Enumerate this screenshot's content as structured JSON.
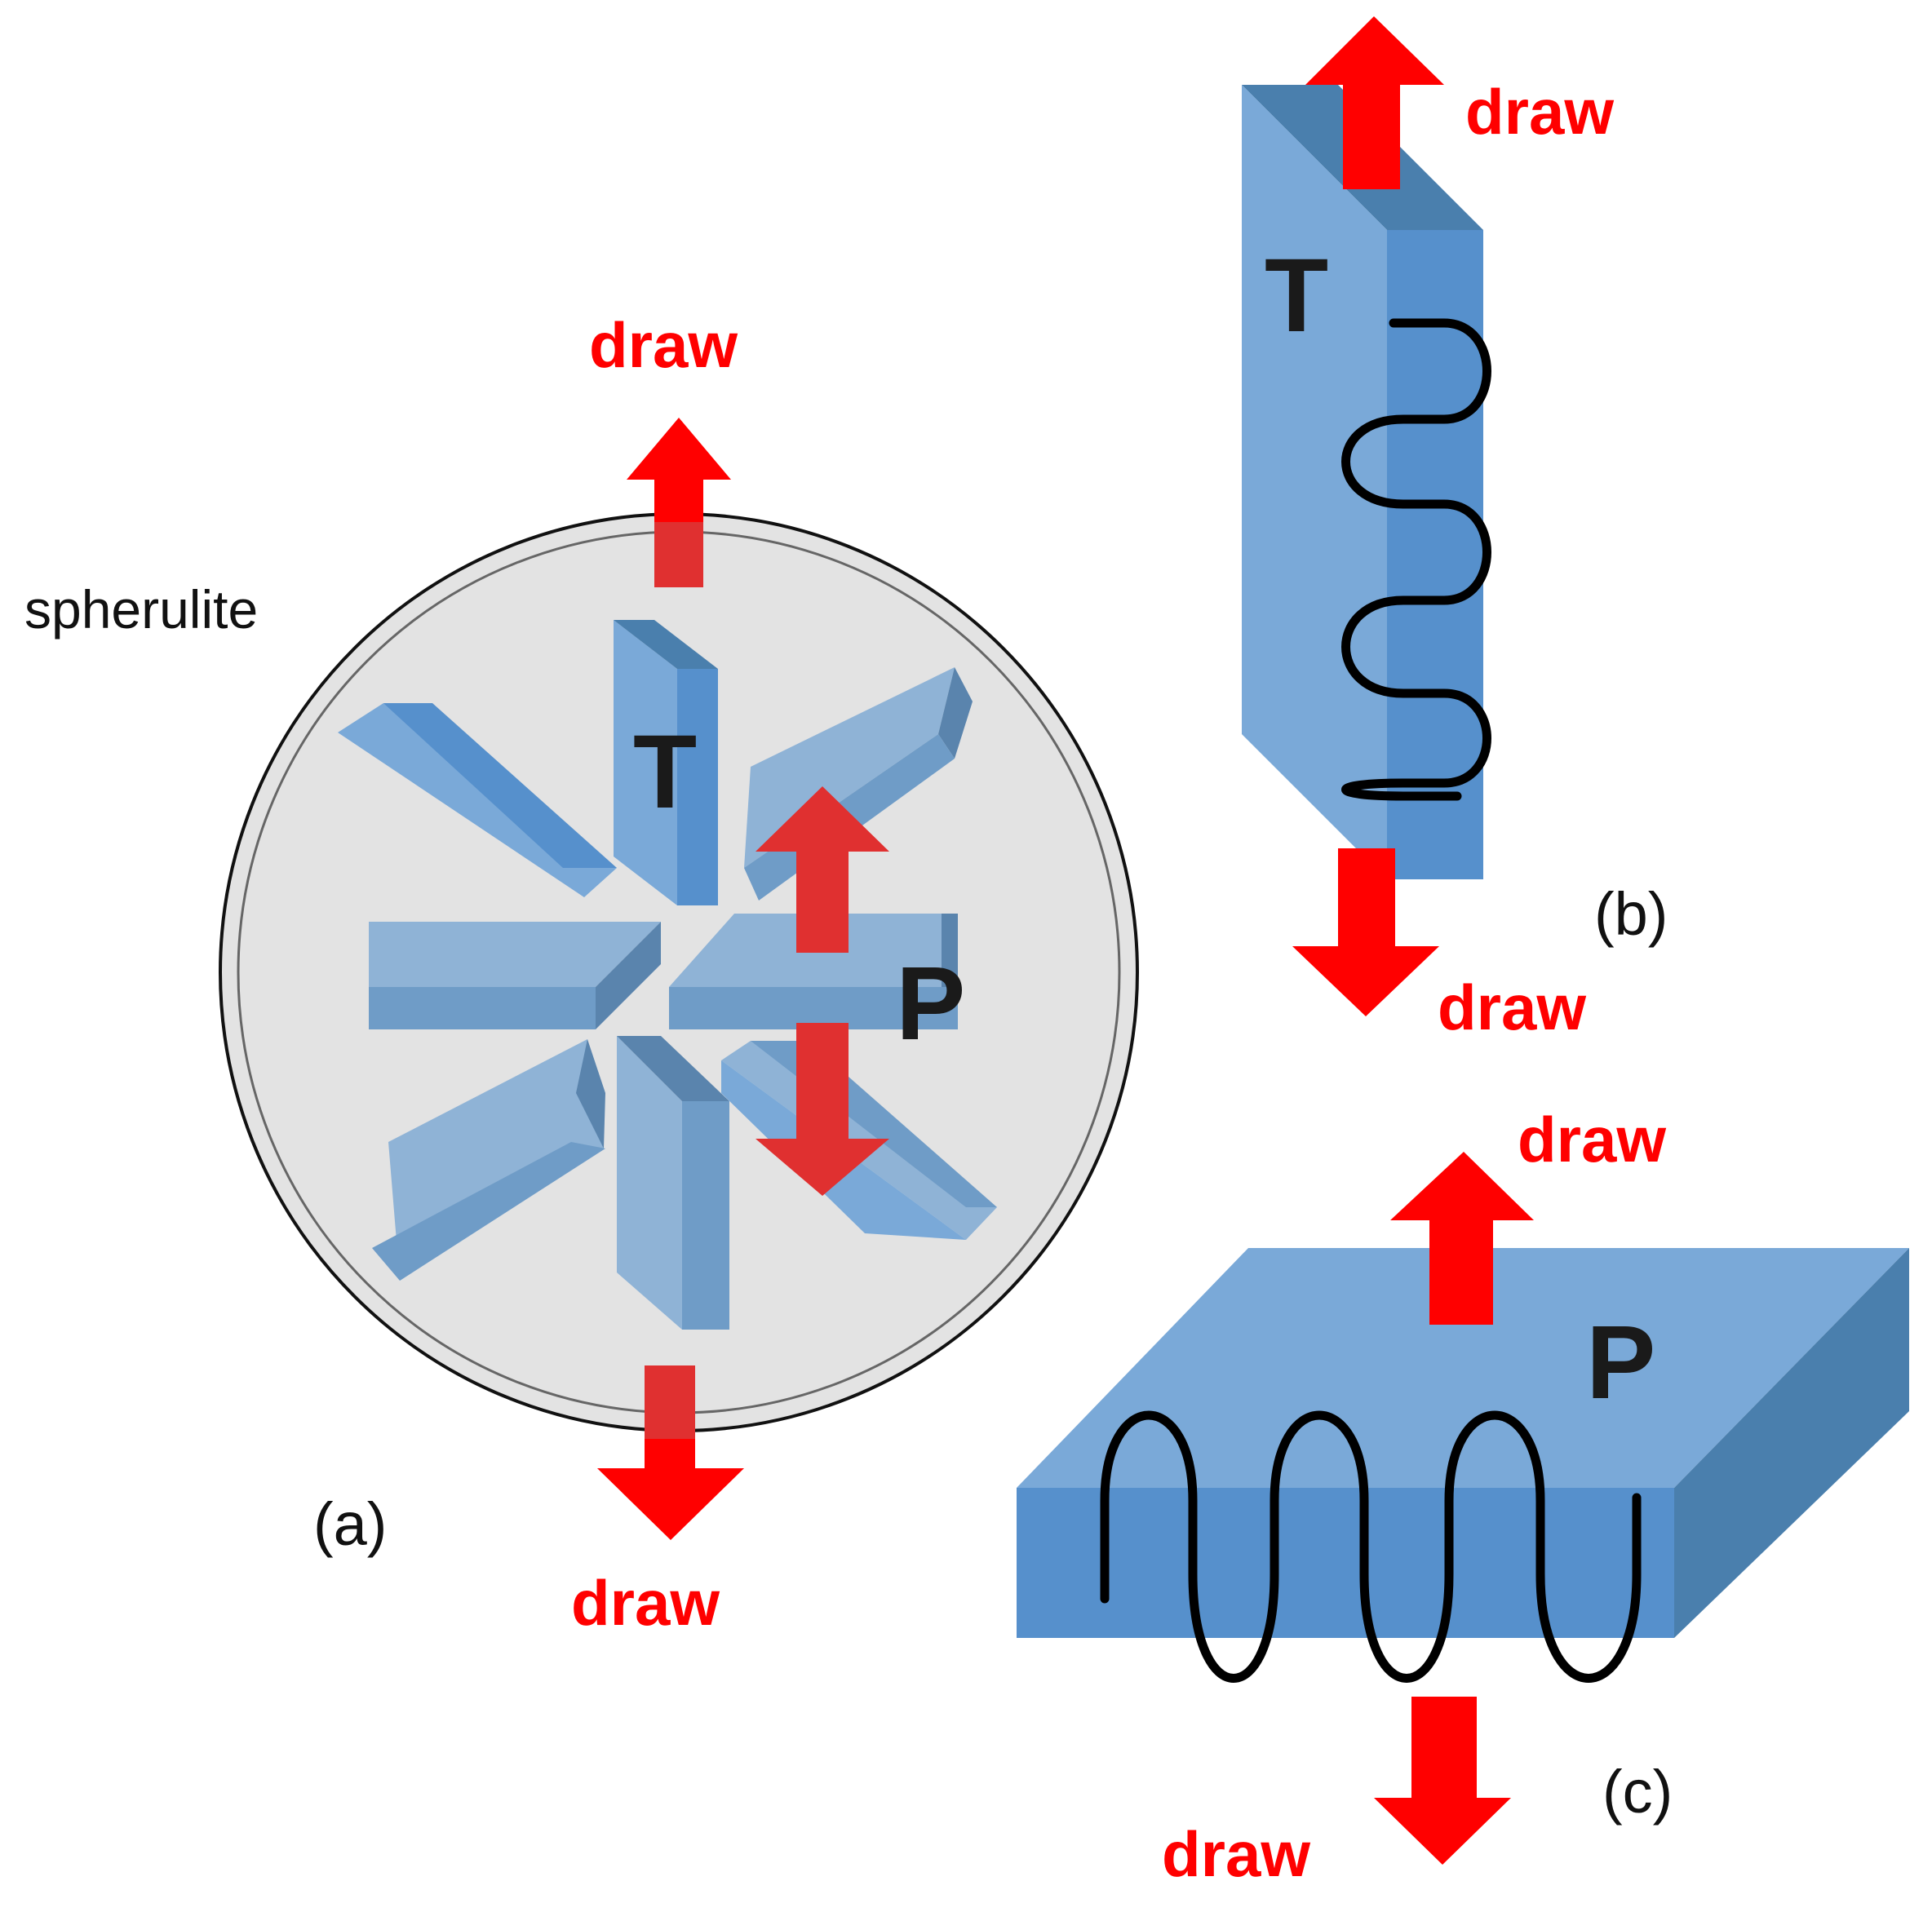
{
  "labels": {
    "spherulite": "spherulite",
    "draw": "draw",
    "tangential": "T",
    "perpendicular": "P",
    "panel_a": "(a)",
    "panel_b": "(b)",
    "panel_c": "(c)"
  },
  "colors": {
    "arrow_red": "#ff0000",
    "arrow_red_dim": "#e03030",
    "lamella_front": "#7aa9d8",
    "lamella_side": "#5690cc",
    "lamella_dark": "#4a7fad",
    "spherulite_fill": "#e3e3e3",
    "chain": "#000000"
  }
}
